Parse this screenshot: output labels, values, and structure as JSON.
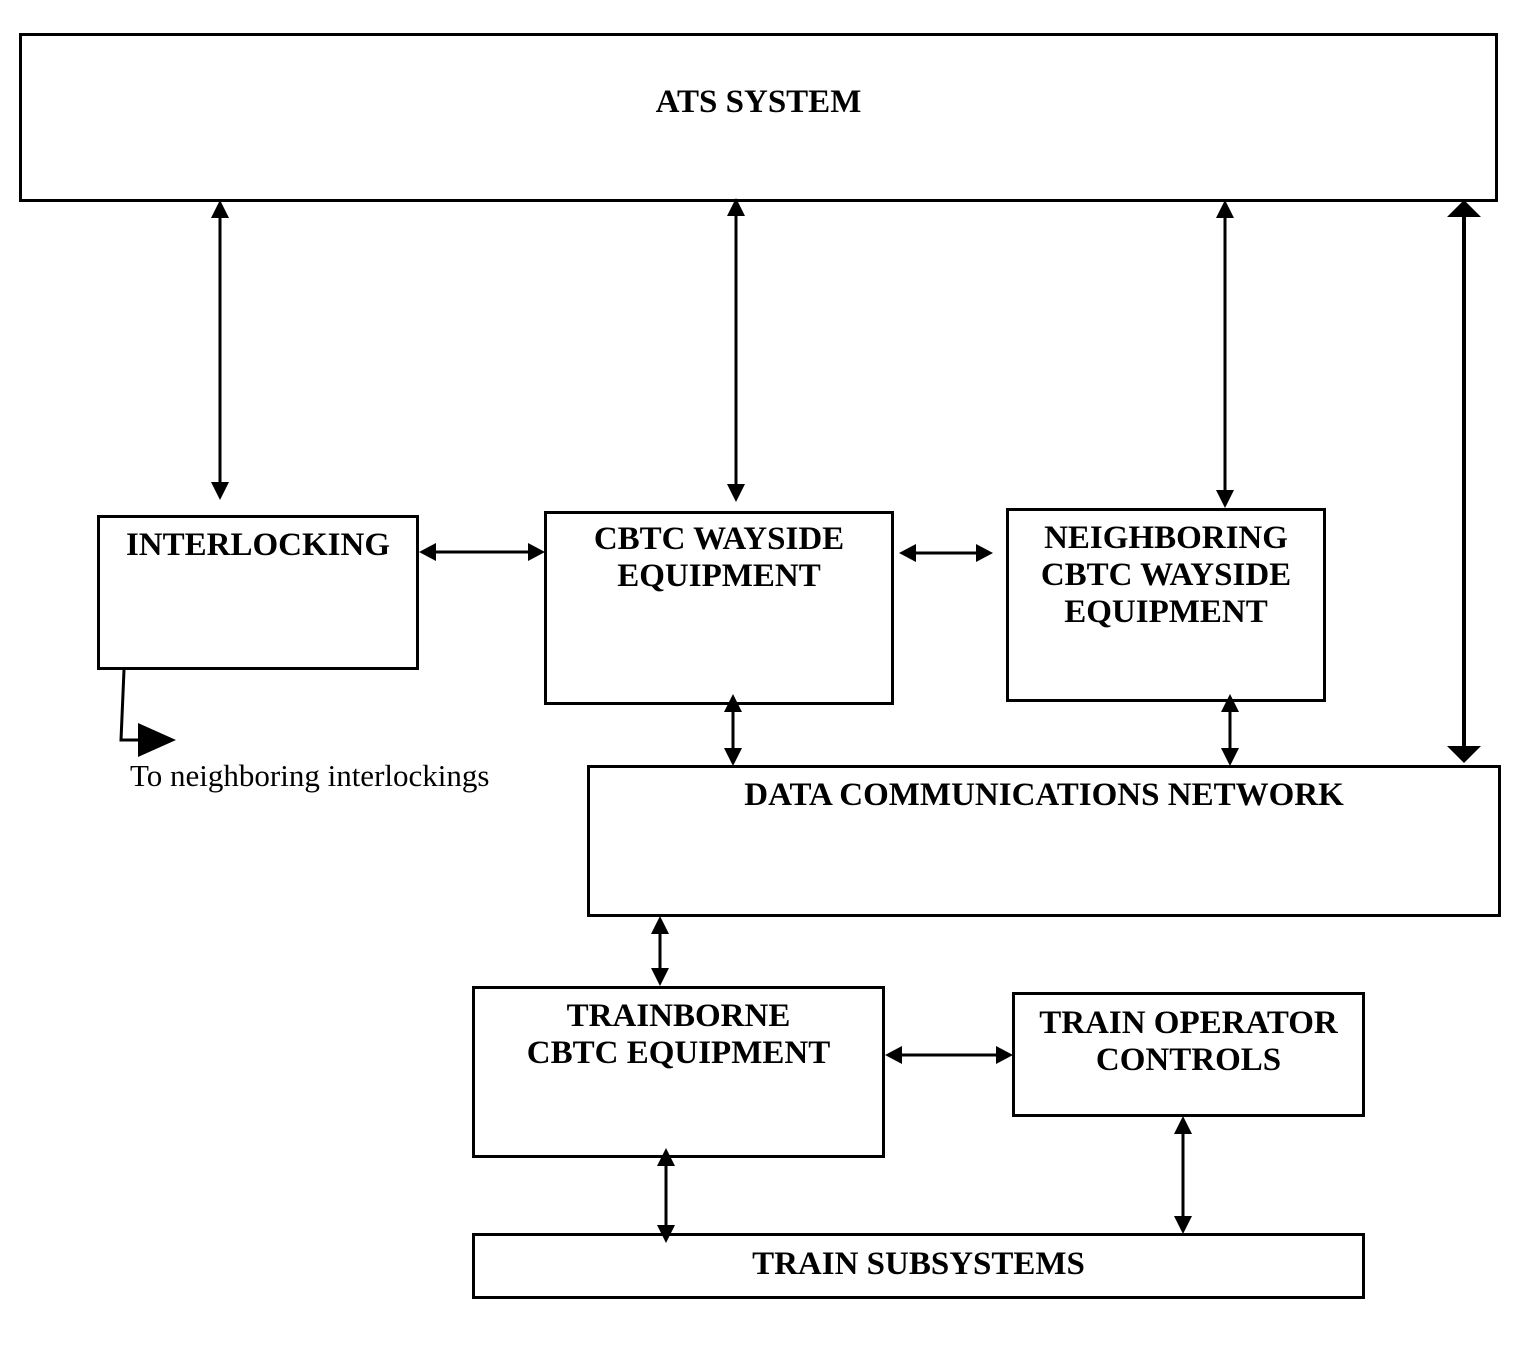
{
  "diagram": {
    "boxes": {
      "ats_system": "ATS SYSTEM",
      "interlocking": "INTERLOCKING",
      "cbtc_wayside": "CBTC WAYSIDE\nEQUIPMENT",
      "neighboring_cbtc": "NEIGHBORING\nCBTC WAYSIDE\nEQUIPMENT",
      "data_comm_network": "DATA COMMUNICATIONS NETWORK",
      "trainborne_cbtc": "TRAINBORNE\nCBTC EQUIPMENT",
      "train_operator_controls": "TRAIN OPERATOR\nCONTROLS",
      "train_subsystems": "TRAIN SUBSYSTEMS"
    },
    "notes": {
      "neighbor_interlockings": "To neighboring interlockings"
    },
    "connections": [
      {
        "from": "ats_system",
        "to": "interlocking",
        "direction": "bidirectional"
      },
      {
        "from": "ats_system",
        "to": "cbtc_wayside",
        "direction": "bidirectional"
      },
      {
        "from": "ats_system",
        "to": "neighboring_cbtc",
        "direction": "bidirectional"
      },
      {
        "from": "ats_system",
        "to": "data_comm_network",
        "direction": "bidirectional"
      },
      {
        "from": "interlocking",
        "to": "cbtc_wayside",
        "direction": "bidirectional"
      },
      {
        "from": "cbtc_wayside",
        "to": "neighboring_cbtc",
        "direction": "bidirectional"
      },
      {
        "from": "cbtc_wayside",
        "to": "data_comm_network",
        "direction": "bidirectional"
      },
      {
        "from": "neighboring_cbtc",
        "to": "data_comm_network",
        "direction": "bidirectional"
      },
      {
        "from": "data_comm_network",
        "to": "trainborne_cbtc",
        "direction": "bidirectional"
      },
      {
        "from": "trainborne_cbtc",
        "to": "train_operator_controls",
        "direction": "bidirectional"
      },
      {
        "from": "trainborne_cbtc",
        "to": "train_subsystems",
        "direction": "bidirectional"
      },
      {
        "from": "train_operator_controls",
        "to": "train_subsystems",
        "direction": "bidirectional"
      },
      {
        "from": "interlocking",
        "to": "neighbor_interlockings",
        "direction": "outgoing"
      }
    ]
  }
}
